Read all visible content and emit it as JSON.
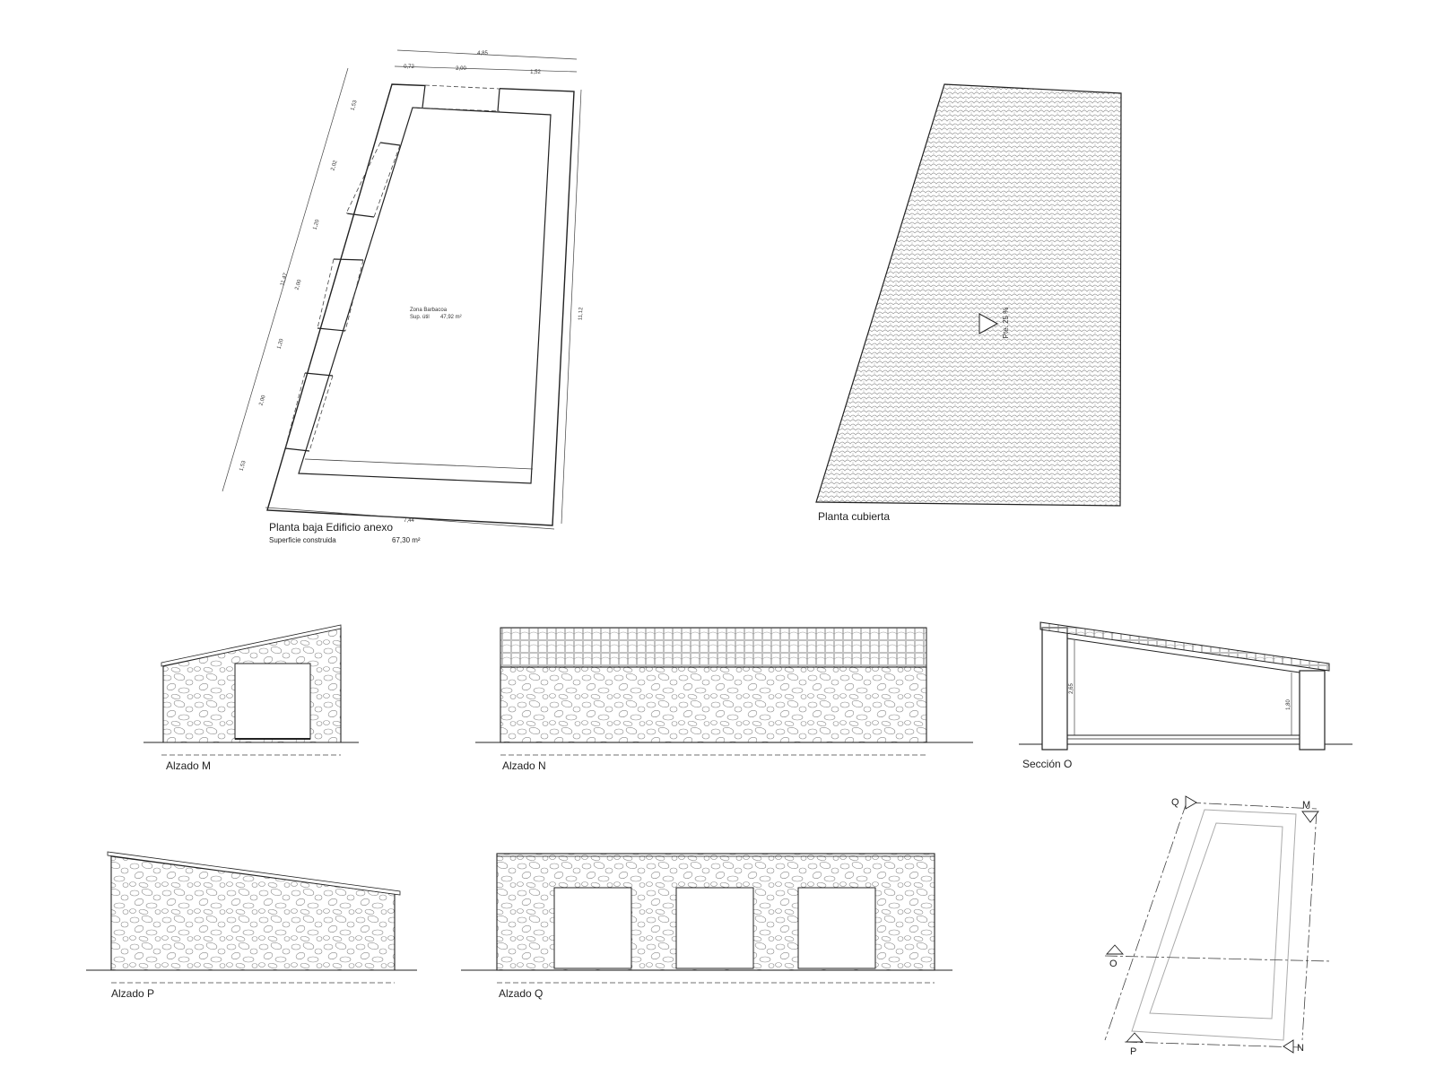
{
  "plans": {
    "ground": {
      "title": "Planta baja Edificio anexo",
      "area_label": "Superficie construida",
      "area_value": "67,30 m²",
      "room_name": "Zona Barbacoa",
      "room_area_label": "Sup. útil",
      "room_area_value": "47,92 m²",
      "dims": {
        "top_total": "4,85",
        "top_a": "0,72",
        "top_b": "2,00",
        "top_c": "1,52",
        "left_total": "11,47",
        "left_1": "1,53",
        "left_2": "2,02",
        "left_3": "1,20",
        "left_4": "2,00",
        "left_5": "1,20",
        "left_6": "2,00",
        "left_7": "1,53",
        "right_total": "11,12",
        "bottom_total": "7,44"
      }
    },
    "roof": {
      "title": "Planta cubierta",
      "slope_label": "Pte. 25 %"
    }
  },
  "elevations": {
    "m": {
      "title": "Alzado M"
    },
    "n": {
      "title": "Alzado N"
    },
    "o": {
      "title": "Sección O",
      "dim_left": "2,65",
      "dim_right": "1,80"
    },
    "p": {
      "title": "Alzado P"
    },
    "q": {
      "title": "Alzado Q"
    }
  },
  "key_plan": {
    "labels": {
      "q": "Q",
      "m": "M",
      "o": "O",
      "p": "P",
      "n": "N"
    }
  }
}
